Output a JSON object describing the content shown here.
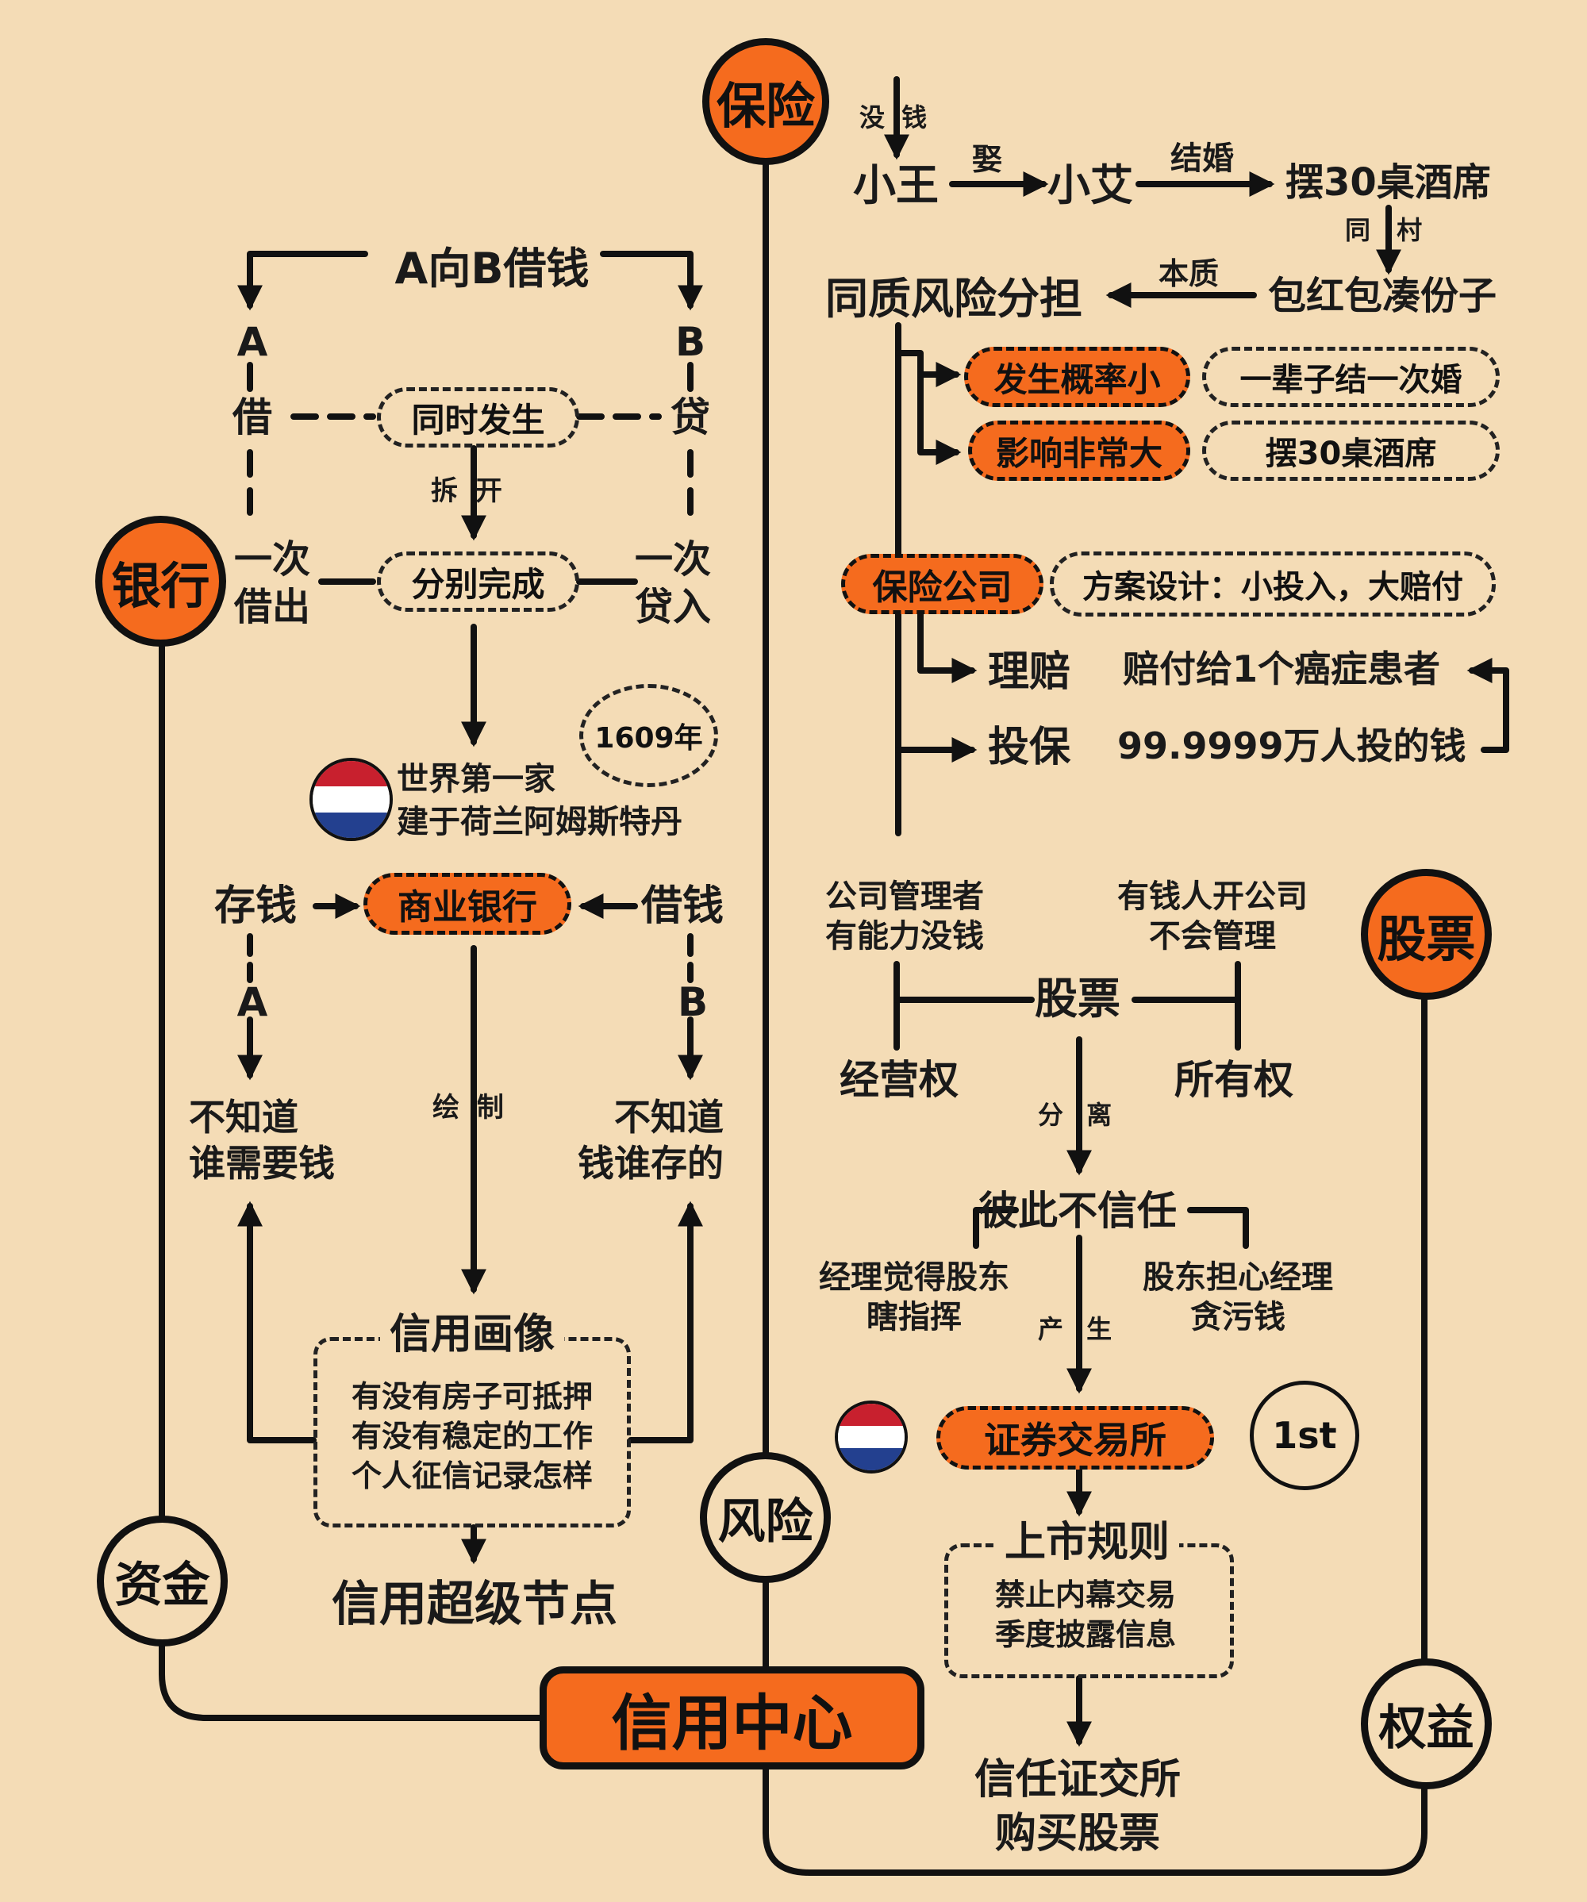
{
  "colors": {
    "accent": "#f56b1e",
    "background": "#f4dcb6",
    "ink": "#111111",
    "flag_red": "#c8202e",
    "flag_white": "#ffffff",
    "flag_blue": "#23408f"
  },
  "hubs": {
    "insurance": "保险",
    "bank": "银行",
    "stock": "股票",
    "capital": "资金",
    "risk": "风险",
    "equity": "权益",
    "credit_center": "信用中心"
  },
  "insurance": {
    "edge_no_money": "没 钱",
    "person_a": "小王",
    "edge_marry": "娶",
    "person_b": "小艾",
    "edge_wedding": "结婚",
    "banquet": "摆30桌酒席",
    "edge_village": "同 村",
    "red_envelope": "包红包凑份子",
    "edge_essence": "本质",
    "homogeneous_risk": "同质风险分担",
    "low_prob": "发生概率小",
    "low_prob_ex": "一辈子结一次婚",
    "high_impact": "影响非常大",
    "high_impact_ex": "摆30桌酒席",
    "company": "保险公司",
    "plan": "方案设计：小投入，大赔付",
    "claim": "理赔",
    "claim_desc": "赔付给1个癌症患者",
    "premium": "投保",
    "premium_desc": "99.9999万人投的钱"
  },
  "bank": {
    "title": "A向B借钱",
    "a": "A",
    "b": "B",
    "borrow": "借",
    "lend": "贷",
    "simultaneous": "同时发生",
    "split": "拆 开",
    "once_out": "一次\n借出",
    "once_in": "一次\n贷入",
    "separate": "分别完成",
    "year": "1609年",
    "first": "世界第一家\n建于荷兰阿姆斯特丹",
    "deposit": "存钱",
    "commercial": "商业银行",
    "loan": "借钱",
    "a2": "A",
    "b2": "B",
    "unknown_left": "不知道\n谁需要钱",
    "unknown_right": "不知道\n钱谁存的",
    "draw": "绘 制",
    "profile_title": "信用画像",
    "profile_lines": "有没有房子可抵押\n有没有稳定的工作\n个人征信记录怎样",
    "super_node": "信用超级节点"
  },
  "stock": {
    "manager": "公司管理者\n有能力没钱",
    "rich": "有钱人开公司\n不会管理",
    "stock": "股票",
    "operation": "经营权",
    "ownership": "所有权",
    "separate": "分 离",
    "distrust": "彼此不信任",
    "manager_feel": "经理觉得股东\n瞎指挥",
    "holder_fear": "股东担心经理\n贪污钱",
    "produce": "产 生",
    "exchange": "证券交易所",
    "first": "1st",
    "rules_title": "上市规则",
    "rules_lines": "禁止内幕交易\n季度披露信息",
    "trust": "信任证交所\n购买股票"
  }
}
